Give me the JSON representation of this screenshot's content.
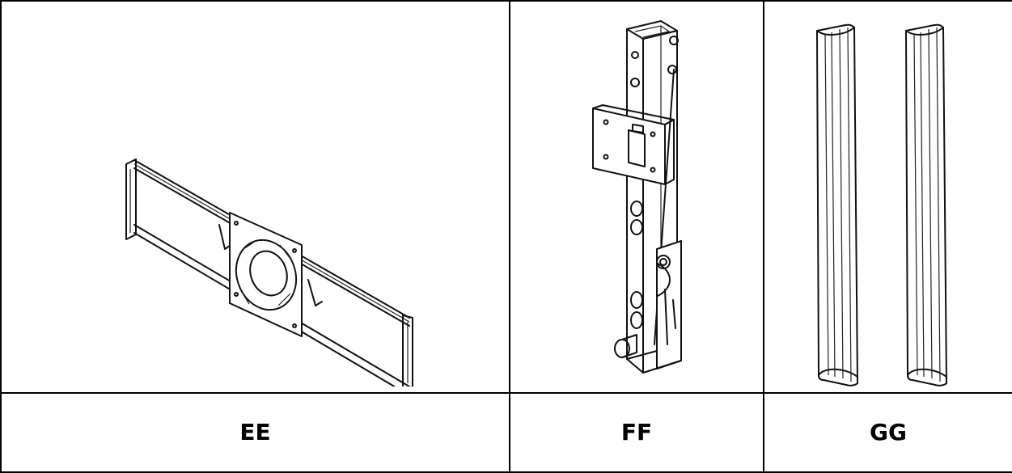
{
  "parts": [
    {
      "label": "EE",
      "icon": "sliding-crossbar-bracket-icon"
    },
    {
      "label": "FF",
      "icon": "vertical-column-bracket-icon"
    },
    {
      "label": "GG",
      "icon": "channel-cover-strips-icon"
    }
  ]
}
